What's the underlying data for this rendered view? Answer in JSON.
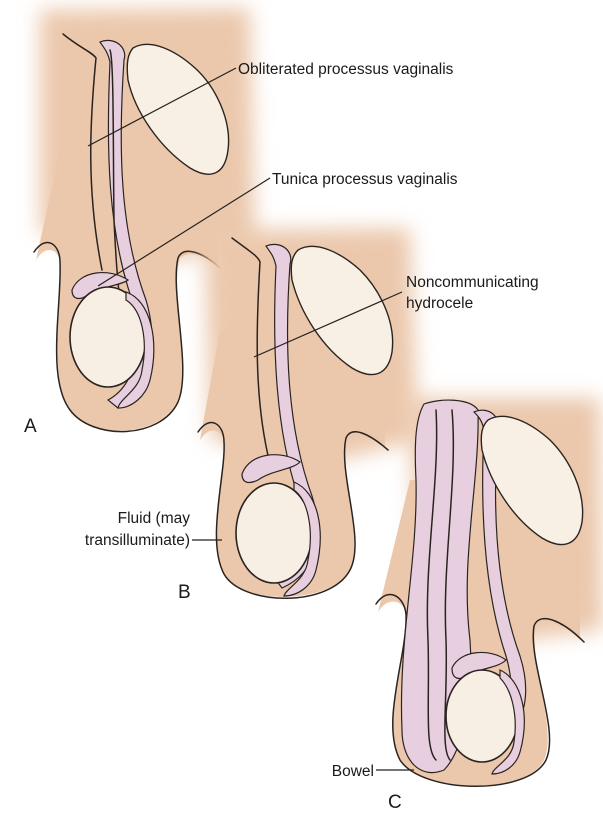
{
  "labels": {
    "obliterated": "Obliterated processus vaginalis",
    "tunica": "Tunica processus vaginalis",
    "noncommunicating_1": "Noncommunicating",
    "noncommunicating_2": "hydrocele",
    "fluid_1": "Fluid (may",
    "fluid_2": "transilluminate)",
    "bowel": "Bowel"
  },
  "panels": {
    "a": "A",
    "b": "B",
    "c": "C"
  },
  "colors": {
    "skin": "#ebc8ac",
    "tunica_pink": "#e7cfdf",
    "testis": "#f7efe4",
    "outline": "#2a2420"
  }
}
